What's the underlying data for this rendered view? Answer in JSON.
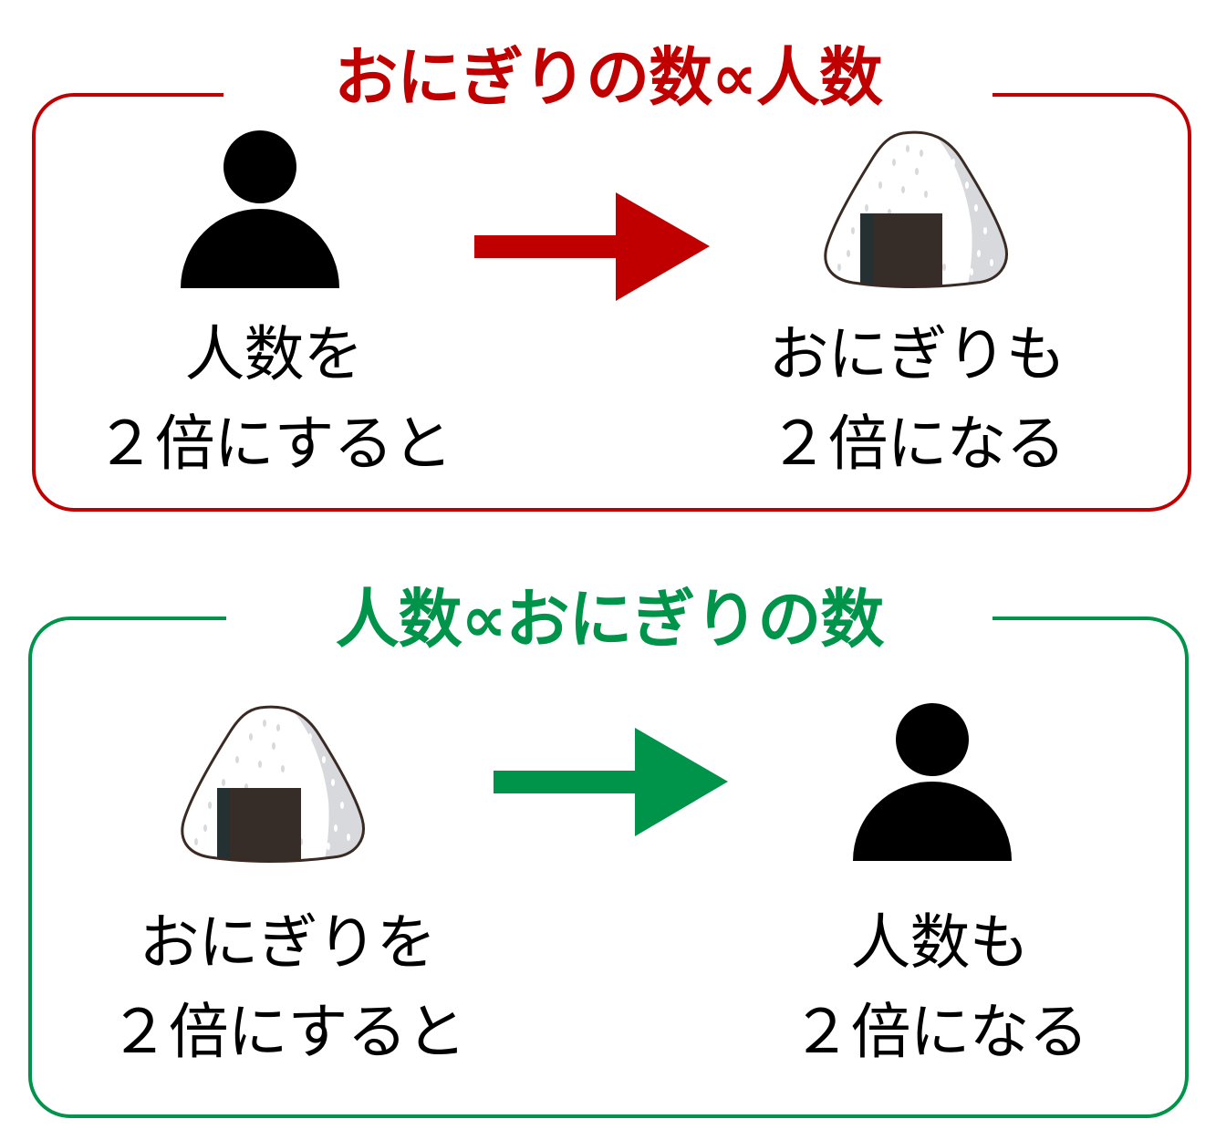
{
  "colors": {
    "proportional_forward": "#c00000",
    "proportional_reverse": "#00934a",
    "icon": "#000000",
    "nori": "#372d28",
    "nori_edge": "#253032",
    "rice": "#ffffff",
    "rice_shade": "#d7d9dd",
    "outline": "#3a2a24"
  },
  "panels": [
    {
      "title": "おにぎりの数∝人数",
      "left": {
        "icon": "person-icon",
        "caption_line1": "人数を",
        "caption_line2": "２倍にすると"
      },
      "arrow": "right-arrow-icon",
      "right": {
        "icon": "onigiri-icon",
        "caption_line1": "おにぎりも",
        "caption_line2": "２倍になる"
      }
    },
    {
      "title": "人数∝おにぎりの数",
      "left": {
        "icon": "onigiri-icon",
        "caption_line1": "おにぎりを",
        "caption_line2": "２倍にすると"
      },
      "arrow": "right-arrow-icon",
      "right": {
        "icon": "person-icon",
        "caption_line1": "人数も",
        "caption_line2": "２倍になる"
      }
    }
  ]
}
